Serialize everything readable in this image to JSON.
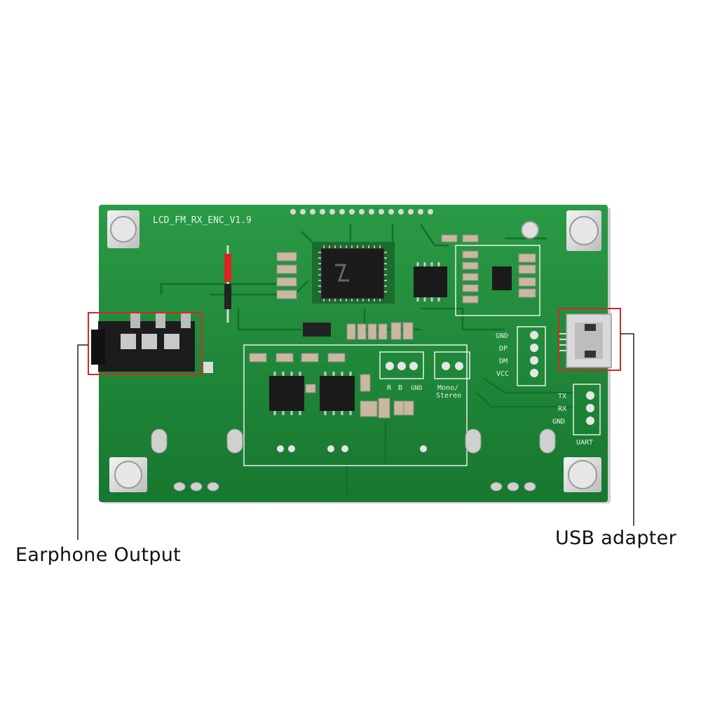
{
  "board": {
    "silkscreen_title": "LCD_FM_RX_ENC_V1.9",
    "usb_header_labels": [
      "GND",
      "DP",
      "DM",
      "VCC"
    ],
    "uart_labels": [
      "TX",
      "RX",
      "GND"
    ],
    "uart_title": "UART",
    "audio_header_labels": [
      "R",
      "B",
      "GND"
    ],
    "mode_label_1": "Mono/",
    "mode_label_2": "Stereo"
  },
  "callouts": {
    "earphone": "Earphone Output",
    "usb": "USB adapter"
  },
  "colors": {
    "pcb": "#1f8a3a",
    "pcb_dark": "#137029",
    "silkscreen": "#e8f1ea",
    "highlight_box": "#d62828",
    "leader_line": "#222222"
  }
}
